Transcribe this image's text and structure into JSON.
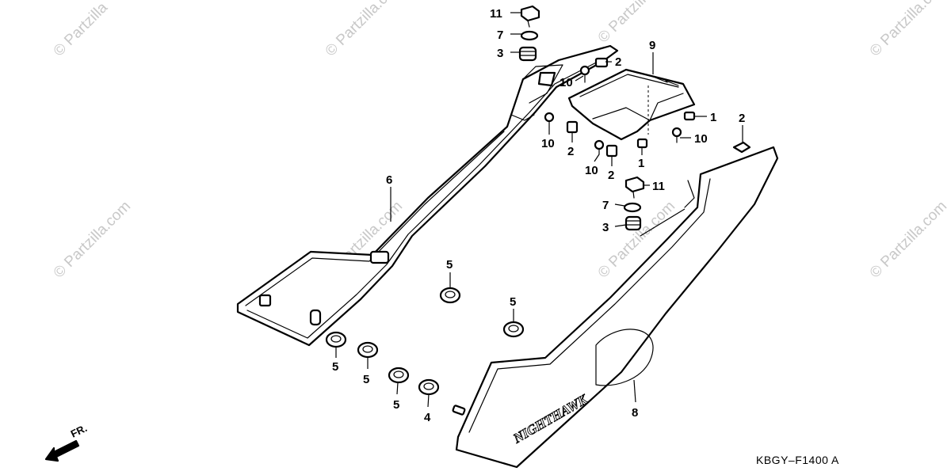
{
  "diagram": {
    "watermark_corner": "© Partzilla",
    "watermark": "© Partzilla.com",
    "part_code": "KBGY–F1400 A",
    "direction_label": "FR.",
    "fairing_logo": "NIGHTHAWK",
    "callouts": {
      "c11a": "11",
      "c7a": "7",
      "c3a": "3",
      "c9": "9",
      "c2a": "2",
      "c10a": "10",
      "c1a": "1",
      "c10b": "10",
      "c2b": "2",
      "c10c": "10",
      "c2c": "2",
      "c1b": "1",
      "c10d": "10",
      "c2d": "2",
      "c6": "6",
      "c11b": "11",
      "c7b": "7",
      "c3b": "3",
      "c5a": "5",
      "c5b": "5",
      "c5c": "5",
      "c5d": "5",
      "c5e": "5",
      "c4": "4",
      "c8": "8"
    }
  }
}
